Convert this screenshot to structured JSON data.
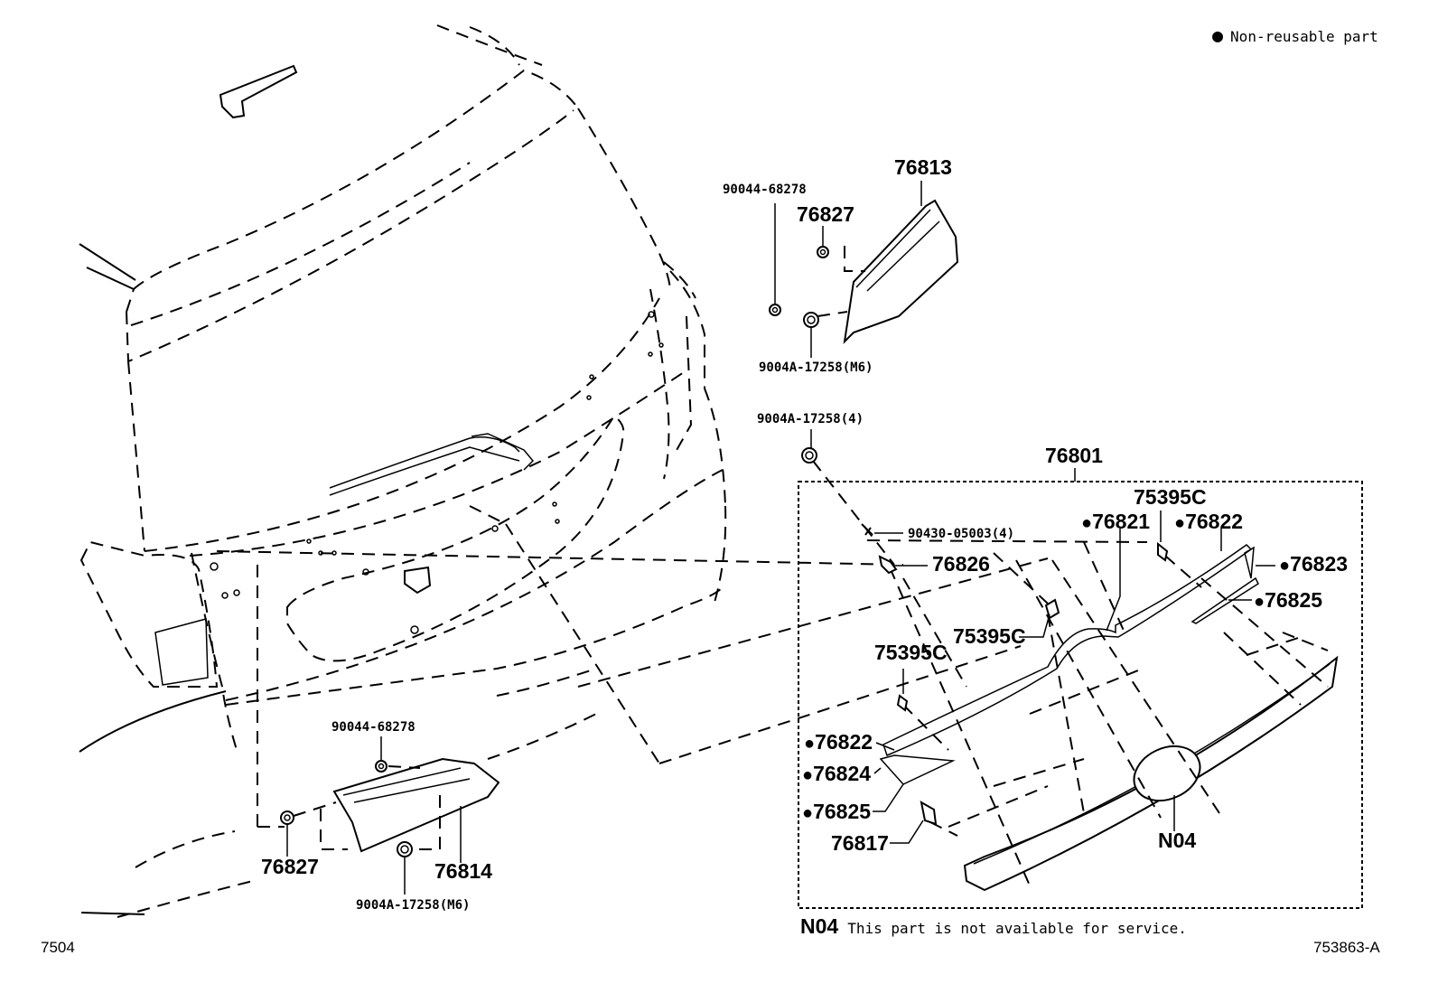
{
  "legend": {
    "symbol": "●",
    "text": "Non-reusable part"
  },
  "labels": {
    "p76813": "76813",
    "p90044_top": "90044-68278",
    "p76827_top": "76827",
    "p9004A_m6_top": "9004A-17258(M6)",
    "p9004A_4": "9004A-17258(4)",
    "p76801": "76801",
    "p75395C_a": "75395C",
    "p76821": "76821",
    "p76822_a": "76822",
    "p90430": "90430-05003(4)",
    "p76826": "76826",
    "p76823": "76823",
    "p76825_a": "76825",
    "p75395C_b": "75395C",
    "p75395C_c": "75395C",
    "p90044_bot": "90044-68278",
    "p76822_b": "76822",
    "p76824": "76824",
    "p76825_b": "76825",
    "p76817": "76817",
    "pN04": "N04",
    "p76827_bot": "76827",
    "p76814": "76814",
    "p9004A_m6_bot": "9004A-17258(M6)"
  },
  "footnote": {
    "code": "N04",
    "text": "This part is not available for service."
  },
  "codes": {
    "left": "7504",
    "right": "753863-A"
  }
}
